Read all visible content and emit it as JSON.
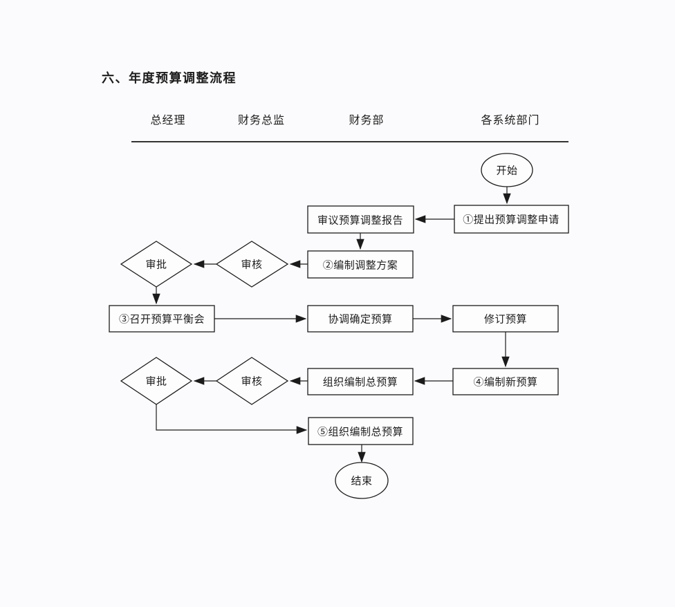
{
  "page": {
    "title": "六、年度预算调整流程"
  },
  "lanes": {
    "headers": [
      {
        "id": "general-manager",
        "label": "总经理"
      },
      {
        "id": "finance-director",
        "label": "财务总监"
      },
      {
        "id": "finance-department",
        "label": "财务部"
      },
      {
        "id": "system-departments",
        "label": "各系统部门"
      }
    ]
  },
  "flowchart": {
    "nodes": {
      "start": {
        "type": "terminator",
        "label": "开始"
      },
      "step1": {
        "type": "process",
        "label": "①提出预算调整申请"
      },
      "review_report": {
        "type": "process",
        "label": "审议预算调整报告"
      },
      "step2": {
        "type": "process",
        "label": "②编制调整方案"
      },
      "check1": {
        "type": "decision",
        "label": "审核"
      },
      "approve1": {
        "type": "decision",
        "label": "审批"
      },
      "step3": {
        "type": "process",
        "label": "③召开预算平衡会"
      },
      "coordinate": {
        "type": "process",
        "label": "协调确定预算"
      },
      "revise": {
        "type": "process",
        "label": "修订预算"
      },
      "step4": {
        "type": "process",
        "label": "④编制新预算"
      },
      "organize": {
        "type": "process",
        "label": "组织编制总预算"
      },
      "check2": {
        "type": "decision",
        "label": "审核"
      },
      "approve2": {
        "type": "decision",
        "label": "审批"
      },
      "step5": {
        "type": "process",
        "label": "⑤组织编制总预算"
      },
      "end": {
        "type": "terminator",
        "label": "结束"
      }
    },
    "edges": [
      {
        "from": "start",
        "to": "step1"
      },
      {
        "from": "step1",
        "to": "review_report"
      },
      {
        "from": "review_report",
        "to": "step2"
      },
      {
        "from": "step2",
        "to": "check1"
      },
      {
        "from": "check1",
        "to": "approve1"
      },
      {
        "from": "approve1",
        "to": "step3"
      },
      {
        "from": "step3",
        "to": "coordinate"
      },
      {
        "from": "coordinate",
        "to": "revise"
      },
      {
        "from": "revise",
        "to": "step4"
      },
      {
        "from": "step4",
        "to": "organize"
      },
      {
        "from": "organize",
        "to": "check2"
      },
      {
        "from": "check2",
        "to": "approve2"
      },
      {
        "from": "approve2",
        "to": "step5"
      },
      {
        "from": "step5",
        "to": "end"
      }
    ]
  },
  "colors": {
    "background": "#fbfbfd",
    "line": "#1b1b1b",
    "text": "#1d1d1d",
    "node_fill": "#fdfdfe"
  }
}
